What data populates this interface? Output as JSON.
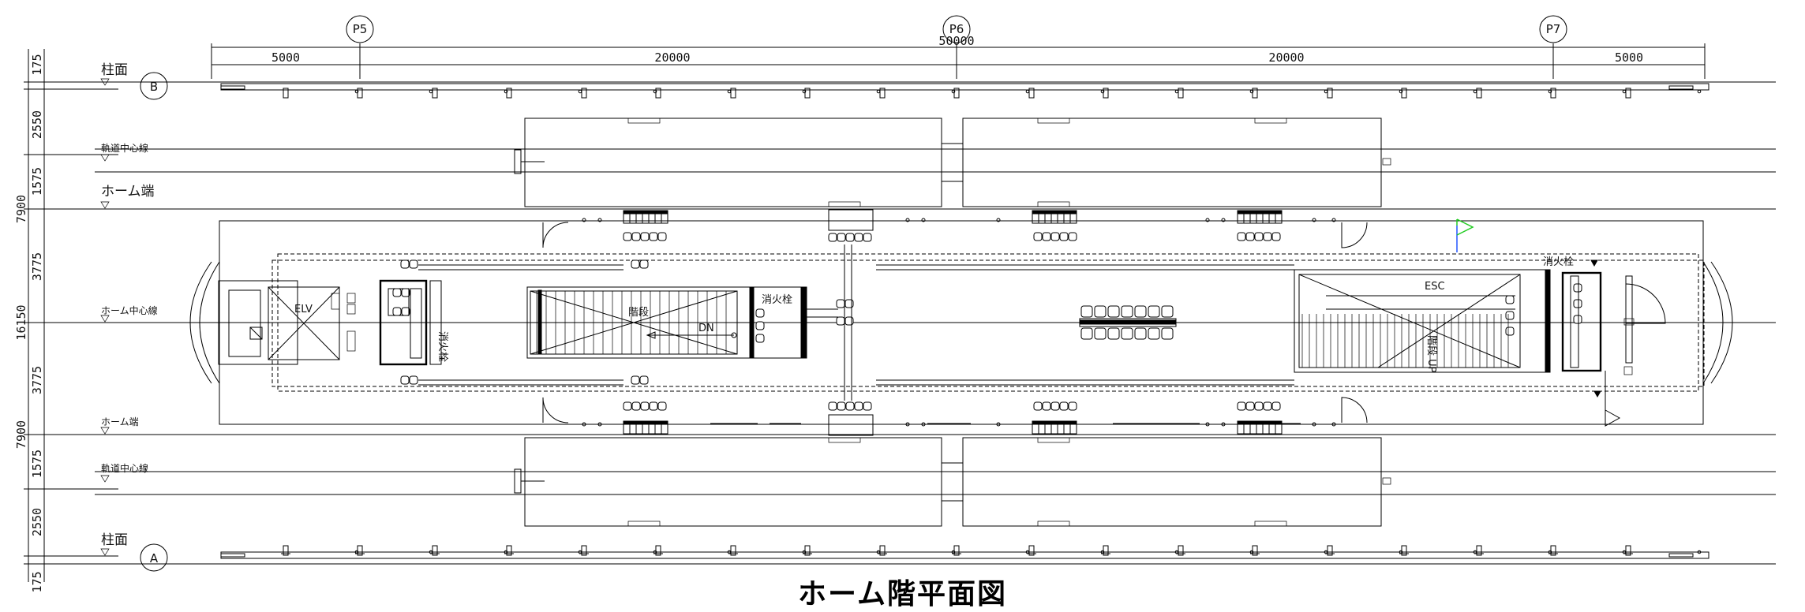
{
  "drawing": {
    "title": "ホーム階平面図",
    "grid_lines": [
      "P5",
      "P6",
      "P7"
    ],
    "row_lines": [
      "B",
      "A"
    ],
    "top_dimensions": [
      "5000",
      "20000",
      "50000",
      "20000",
      "5000"
    ],
    "left_dimensions": [
      "175",
      "2550",
      "1575",
      "7900",
      "3775",
      "16150",
      "3775",
      "7900",
      "1575",
      "2550",
      "175"
    ],
    "level_labels": {
      "column_face_top": "柱面",
      "track_center_top": "軌道中心線",
      "platform_edge_top": "ホーム端",
      "platform_center": "ホーム中心線",
      "platform_edge_bottom": "ホーム端",
      "track_center_bottom": "軌道中心線",
      "column_face_bottom": "柱面"
    },
    "rooms": {
      "elevator": "ELV",
      "hydrant_left": "消火栓",
      "hydrant_mid": "消火栓",
      "hydrant_right": "消火栓",
      "stairs": "階段",
      "down": "DN",
      "escalator": "ESC",
      "stairs_right": "階段 UP"
    },
    "accent_colors": {
      "axis_green": "#22cc22",
      "axis_blue": "#2255ff"
    }
  }
}
